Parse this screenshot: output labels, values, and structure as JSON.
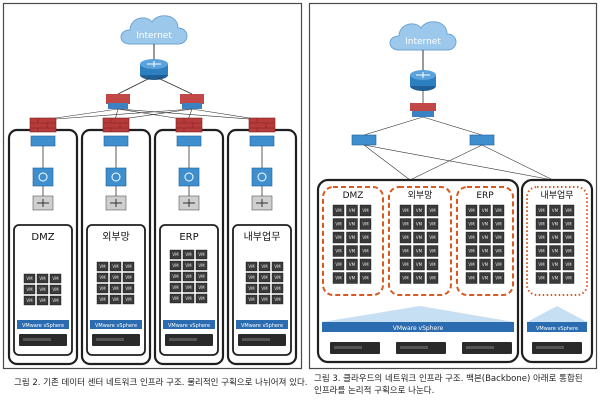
{
  "left_figure": {
    "internet_label": "Internet",
    "zones": [
      {
        "label": "DMZ"
      },
      {
        "label": "외부망"
      },
      {
        "label": "ERP"
      },
      {
        "label": "내부업무"
      }
    ],
    "vm_label": "VM",
    "vsphere_label": "VMware vSphere",
    "caption": "그림 2. 기존 데이터 센터 네트워크 인프라 구조. 물리적인 구획으로 나뉘어져 있다."
  },
  "right_figure": {
    "internet_label": "Internet",
    "zones": [
      {
        "label": "DMZ"
      },
      {
        "label": "외부망"
      },
      {
        "label": "ERP"
      },
      {
        "label": "내부업무"
      }
    ],
    "vm_label": "VM",
    "vsphere_label": "VMware vSphere",
    "caption_line1": "그림 3. 클라우드의 네트워크 인프라 구조. 백본(Backbone) 아래로 통합된",
    "caption_line2": "인프라를 논리적 구획으로 나눈다."
  },
  "colors": {
    "frame": "#4a4a4a",
    "panel_border": "#1f1f1f",
    "cloud": "#9cc8ec",
    "router": "#2e7fbf",
    "firewall": "#b83b3b",
    "switch": "#3f8fcf",
    "vsphere_bar": "#2b6cb0",
    "server": "#2a2a2a",
    "dashed_zone": "#d9581e",
    "vm_grid": "#2e2e2e"
  }
}
